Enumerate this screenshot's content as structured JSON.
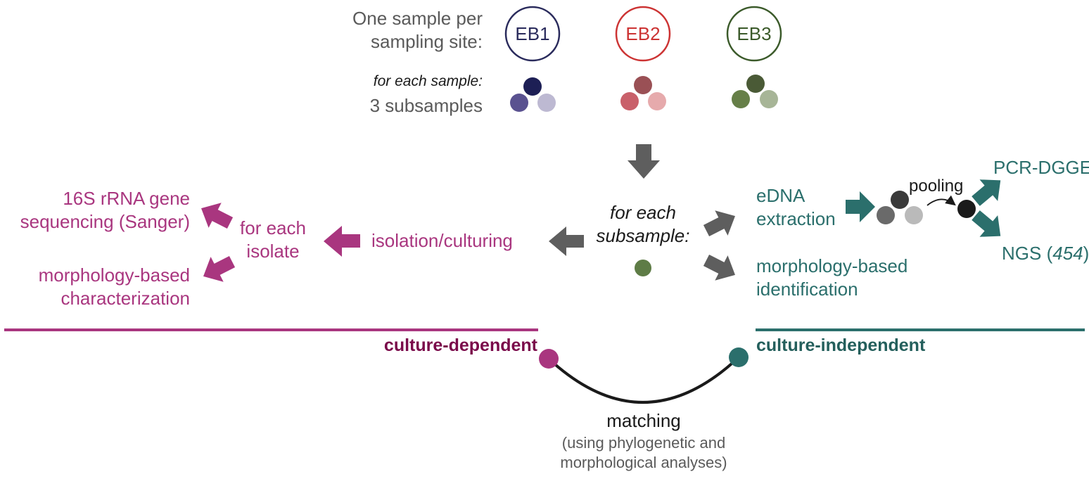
{
  "header": {
    "sample_line1": "One sample per",
    "sample_line2": "sampling site:",
    "each_sample": "for each sample:",
    "subsamples": "3 subsamples"
  },
  "sites": [
    {
      "label": "EB1",
      "color": "#2a2b5c",
      "dots": [
        "#1d1f55",
        "#5a5290",
        "#bdb9d2"
      ]
    },
    {
      "label": "EB2",
      "color": "#cc3333",
      "dots": [
        "#9a5055",
        "#c9606a",
        "#e6aaac"
      ]
    },
    {
      "label": "EB3",
      "color": "#3b5a2a",
      "dots": [
        "#4a5a36",
        "#667f48",
        "#a7b597"
      ]
    }
  ],
  "center": {
    "line1": "for each",
    "line2": "subsample:",
    "dot_color": "#5e7c46"
  },
  "left": {
    "isolation": "isolation/culturing",
    "isolate_line1": "for each",
    "isolate_line2": "isolate",
    "seq_line1": "16S rRNA gene",
    "seq_line2": "sequencing (Sanger)",
    "morph_line1": "morphology-based",
    "morph_line2": "characterization",
    "section": "culture-dependent"
  },
  "right": {
    "edna_line1": "eDNA",
    "edna_line2": "extraction",
    "pooling": "pooling",
    "pcr": "PCR-DGGE",
    "ngs": "NGS (",
    "ngs_num": "454",
    "ngs_close": ")",
    "morph_line1": "morphology-based",
    "morph_line2": "identification",
    "section": "culture-independent"
  },
  "bottom": {
    "matching": "matching",
    "note_line1": "(using phylogenetic and",
    "note_line2": "morphological analyses)"
  },
  "colors": {
    "magenta": "#a9367f",
    "magenta_dark": "#7a0a4a",
    "teal": "#2b6f6c",
    "teal_dark": "#245f5c",
    "arrow_grey": "#5e5e5e",
    "edna_dots": [
      "#3a3a3a",
      "#6a6a6a",
      "#bababa"
    ],
    "pooled_dot": "#1a1a1a"
  }
}
